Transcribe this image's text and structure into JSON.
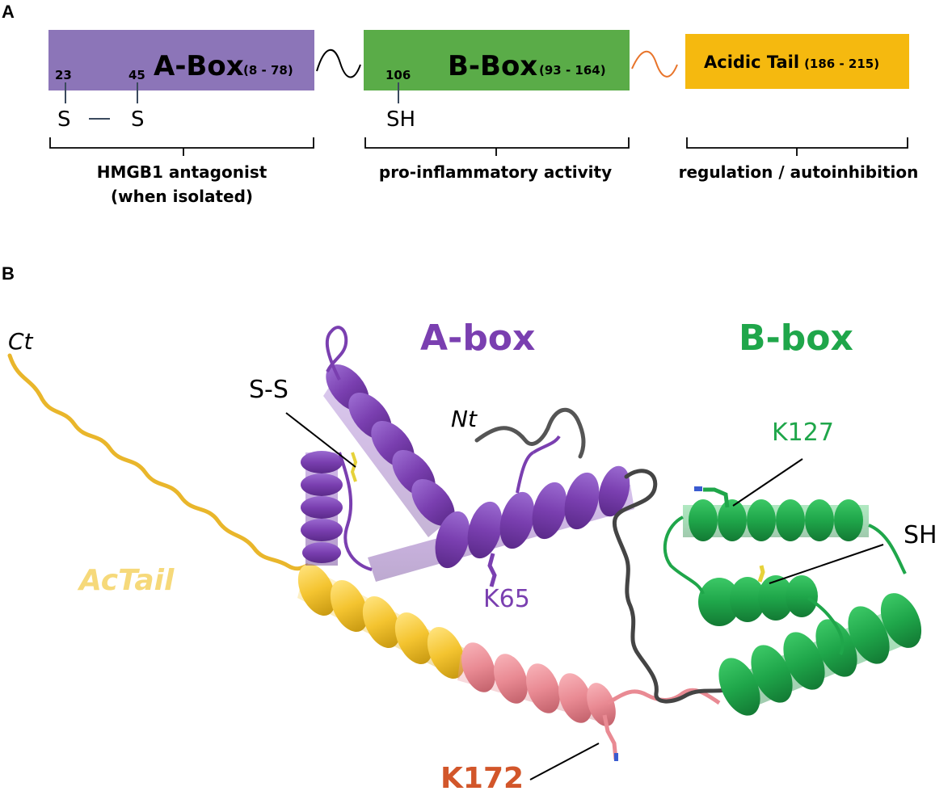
{
  "panel_a": {
    "letter": "A",
    "a_box": {
      "title": "A-Box",
      "range": "(8 - 78)",
      "res1": "23",
      "res2": "45",
      "s1": "S",
      "s2": "S",
      "function": "HMGB1 antagonist",
      "function_sub": "(when isolated)"
    },
    "b_box": {
      "title": "B-Box",
      "range": "(93 - 164)",
      "res": "106",
      "thiol": "SH",
      "function": "pro-inflammatory activity"
    },
    "acidic_tail": {
      "title": "Acidic Tail",
      "range": "(186 - 215)",
      "function": "regulation / autoinhibition"
    }
  },
  "panel_b": {
    "letter": "B",
    "a_box_label": "A-box",
    "b_box_label": "B-box",
    "ss_label": "S-S",
    "nt_label": "Nt",
    "ct_label": "Ct",
    "k127_label": "K127",
    "sh_label": "SH",
    "k65_label": "K65",
    "actail_label": "AcTail",
    "k172_label": "K172"
  },
  "colors": {
    "a_box": "#8c75b8",
    "b_box": "#5aac48",
    "acidic_tail": "#f5b90f",
    "struct_purple": "#7a3fb0",
    "struct_green": "#1fa64a",
    "struct_yellow": "#f4c842",
    "struct_pink": "#e98a93",
    "k172": "#d2562a",
    "actail": "#f6d97a"
  }
}
